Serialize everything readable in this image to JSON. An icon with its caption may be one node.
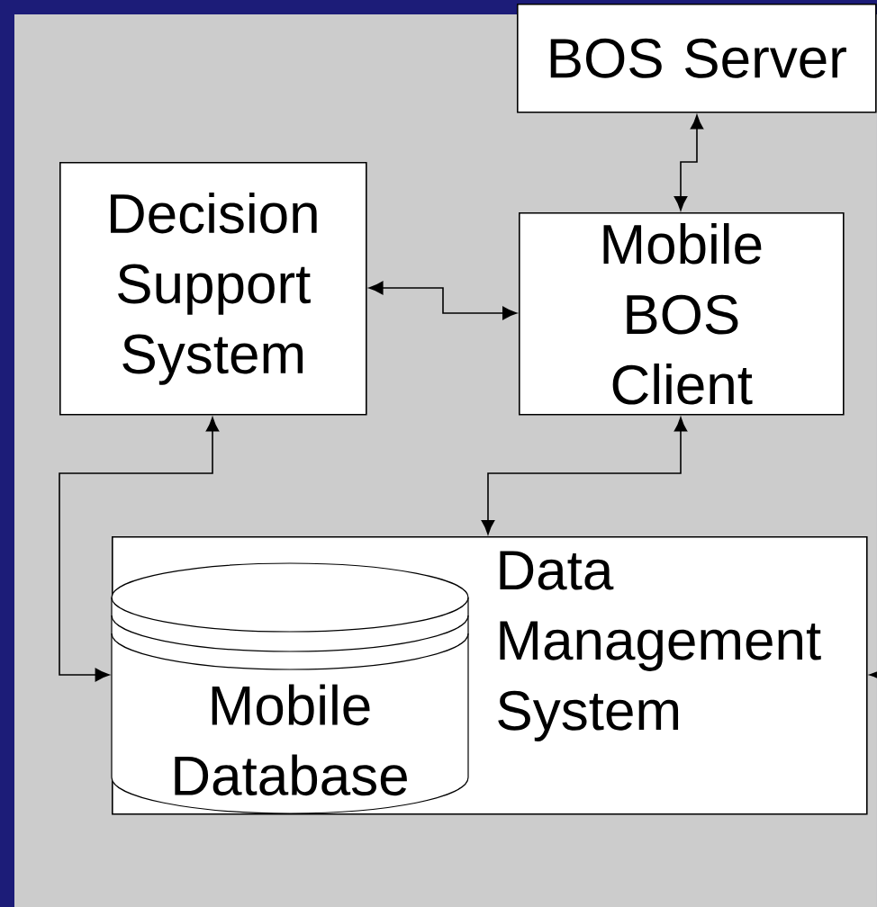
{
  "diagram": {
    "nodes": [
      {
        "text": [
          "BOS Server"
        ]
      },
      {
        "text": [
          "Decision Support System"
        ]
      },
      {
        "text": [
          "Mobile BOS Client"
        ]
      },
      {
        "text": [
          "Data Management System"
        ]
      },
      {
        "text": [
          "Mobile Database"
        ],
        "in": 3
      }
    ],
    "edges": [
      {
        "from": 0,
        "to": 2,
        "arrow": "both"
      },
      {
        "from": 1,
        "to": 2,
        "arrow": "both"
      },
      {
        "from": 1,
        "to": 4,
        "arrow": "both"
      },
      {
        "from": 2,
        "to": 3,
        "arrow": "both"
      },
      {
        "from": null,
        "to": 3,
        "arrow": "to"
      }
    ]
  }
}
